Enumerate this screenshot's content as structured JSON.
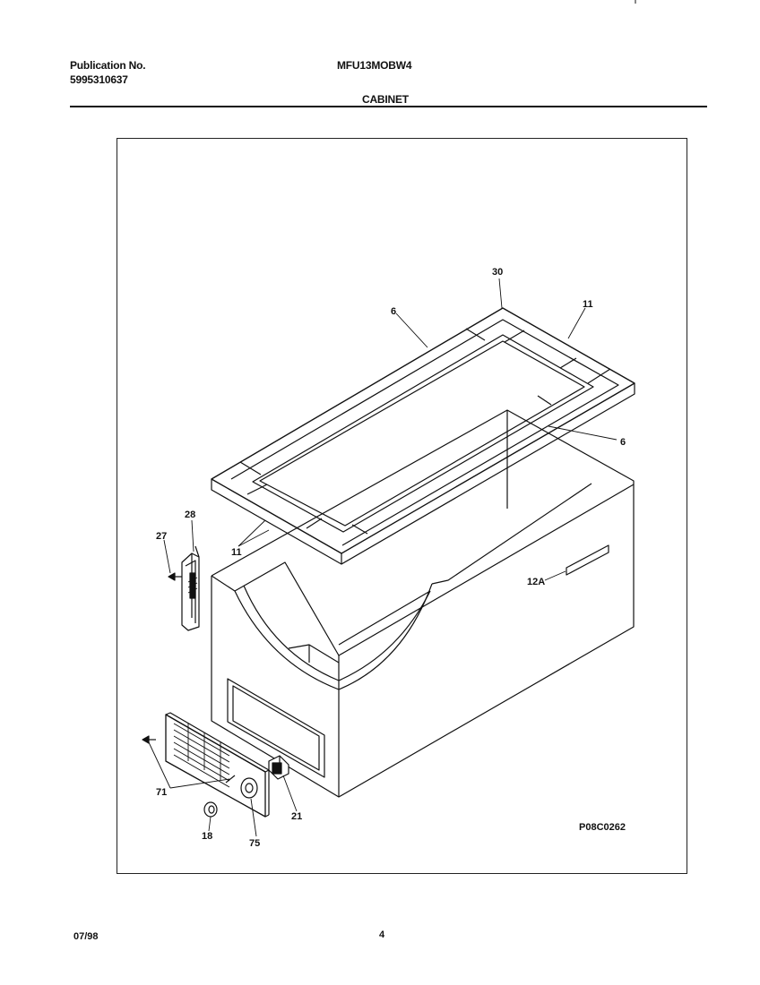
{
  "header": {
    "publication_label": "Publication No.",
    "publication_number": "5995310637",
    "model": "MFU13MOBW4",
    "section": "CABINET"
  },
  "diagram": {
    "code": "P08C0262",
    "callouts": {
      "c30": "30",
      "c6a": "6",
      "c11a": "11",
      "c6b": "6",
      "c28": "28",
      "c27": "27",
      "c11b": "11",
      "c12a": "12A",
      "c71": "71",
      "c21": "21",
      "c18": "18",
      "c75": "75"
    }
  },
  "footer": {
    "date": "07/98",
    "page": "4"
  }
}
